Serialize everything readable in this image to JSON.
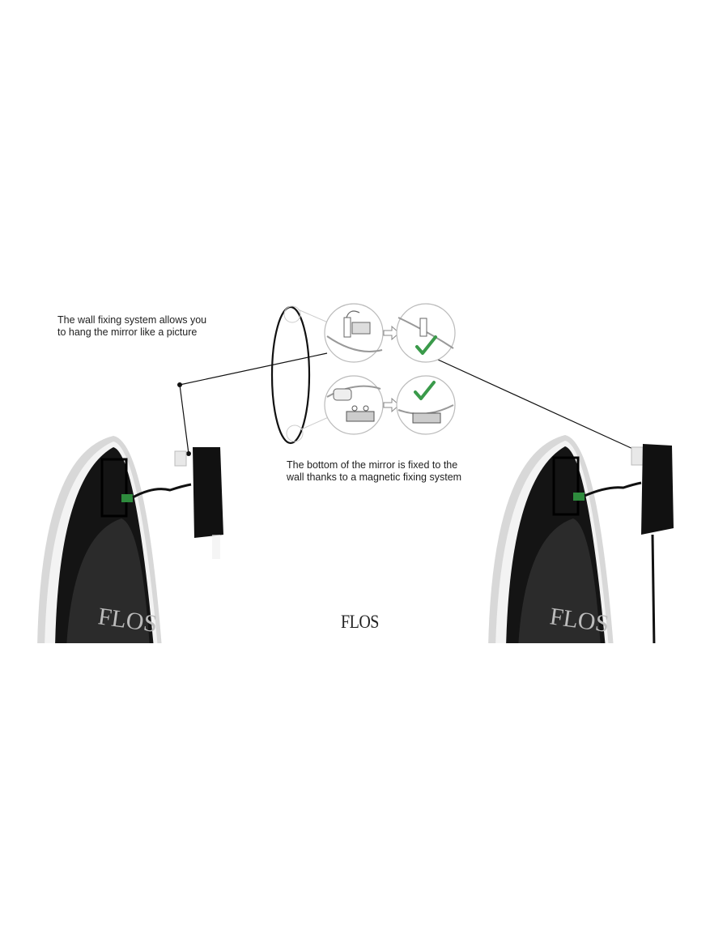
{
  "captions": {
    "wall_fixing": "The wall fixing system allows you to hang the mirror like a picture",
    "magnetic_fixing": "The bottom of the mirror is fixed to the wall thanks to a magnetic fixing system"
  },
  "brand": {
    "logo_text": "FLOS",
    "mirror_logo_text": "FLOS"
  },
  "illustrations": {
    "oval_mirror_outline": "oval-mirror-diagram",
    "top_detail_steps": [
      "hook-insert",
      "hook-fixed-check"
    ],
    "bottom_detail_steps": [
      "magnet-insert",
      "magnet-fixed-check"
    ],
    "check_color": "#3a9a4a",
    "photos": [
      "mirror-back-left",
      "mirror-back-right-with-cable"
    ]
  }
}
